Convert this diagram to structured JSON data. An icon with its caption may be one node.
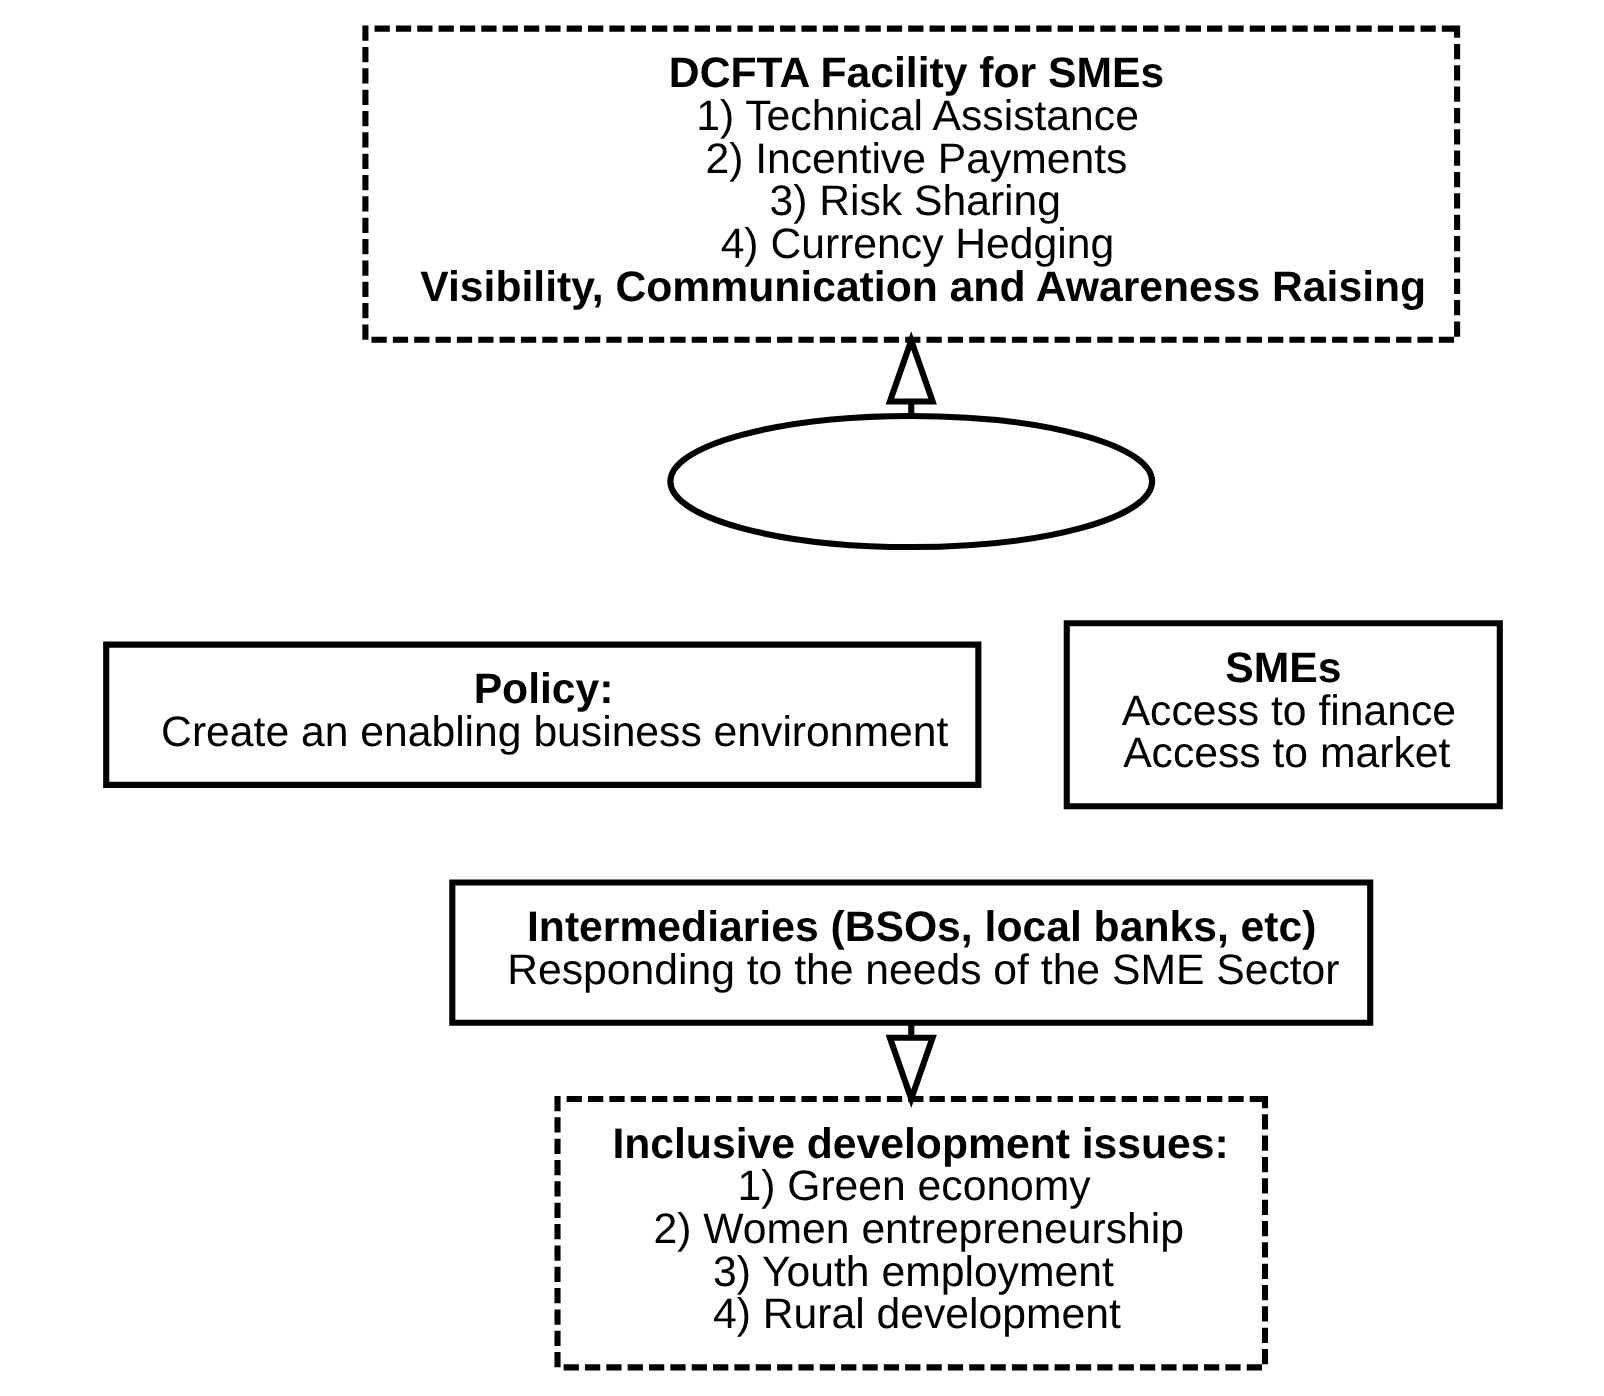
{
  "diagram": {
    "nodes": [
      {
        "text": [
          "DCFTA Facility for SMEs",
          "1) Technical Assistance",
          "2) Incentive Payments",
          "3) Risk Sharing",
          "4) Currency Hedging",
          "Visibility, Communication and Awareness Raising"
        ]
      },
      {
        "text": [],
        "shape": "ellipse"
      },
      {
        "text": [
          "Policy:",
          "Create an enabling business environment"
        ]
      },
      {
        "text": [
          "SMEs",
          "Access to finance",
          "Access to market"
        ]
      },
      {
        "text": [
          "Intermediaries (BSOs, local banks, etc)",
          "Responding to the needs of the SME Sector"
        ]
      },
      {
        "text": [
          "Inclusive development issues:",
          "1) Green economy",
          "2) Women entrepreneurship",
          "3) Youth employment",
          "4) Rural development"
        ]
      }
    ],
    "edges": [
      {
        "from": 1,
        "to": 0,
        "arrow": "to"
      },
      {
        "from": 4,
        "to": 5,
        "arrow": "to"
      }
    ]
  }
}
